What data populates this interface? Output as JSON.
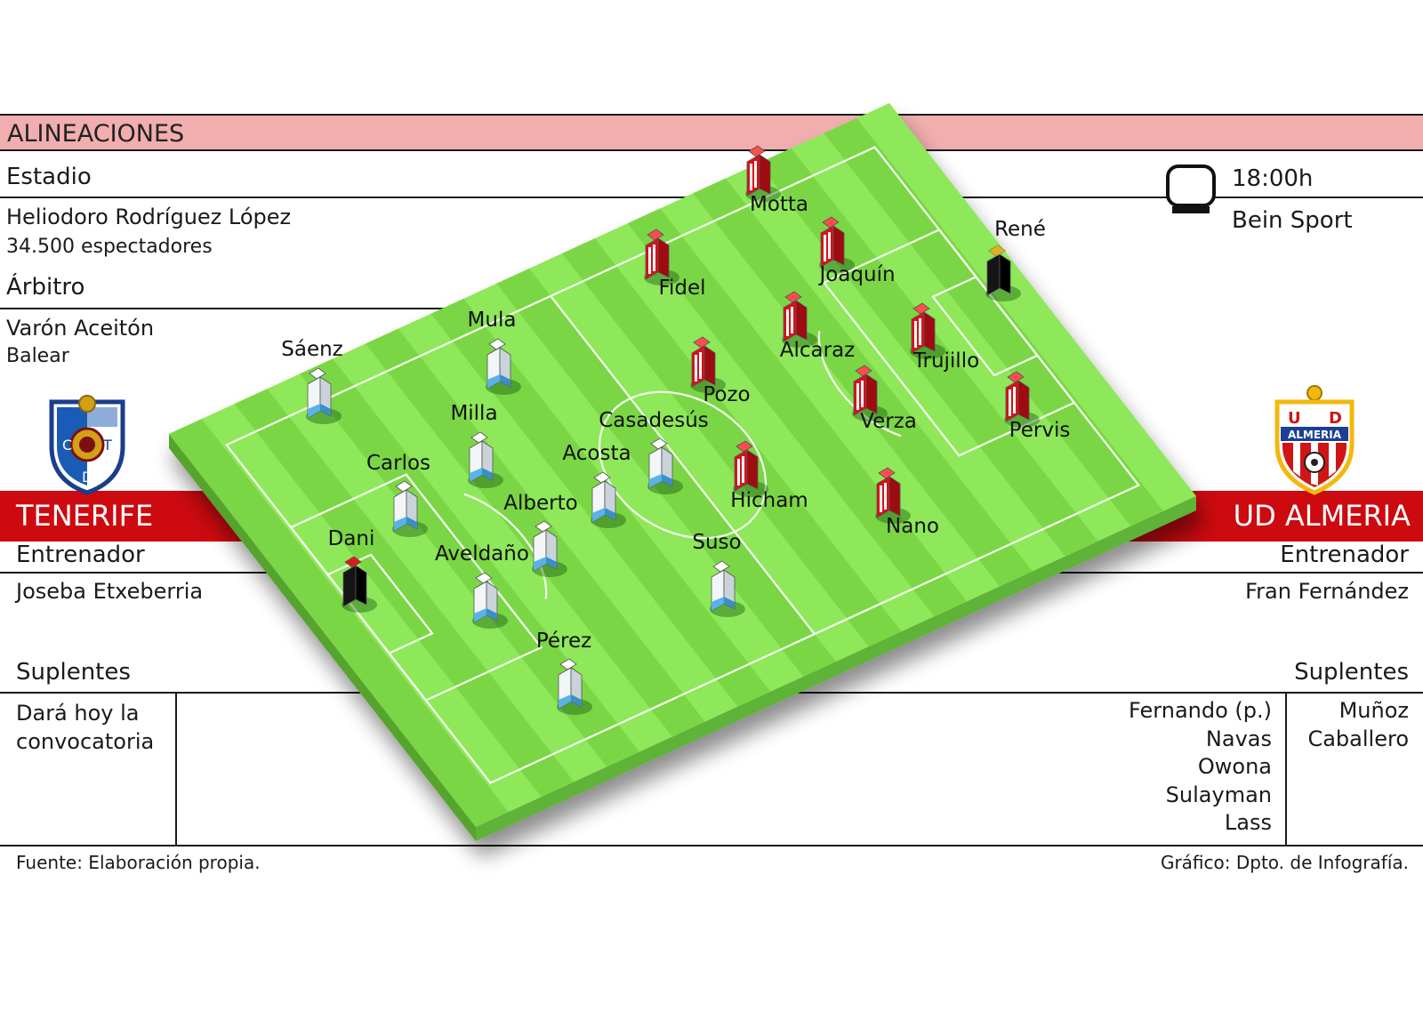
{
  "header": {
    "title": "ALINEACIONES"
  },
  "match": {
    "stadium_label": "Estadio",
    "stadium_name": "Heliodoro Rodríguez López",
    "capacity": "34.500 espectadores",
    "referee_label": "Árbitro",
    "referee_name": "Varón Aceitón",
    "referee_region": "Balear",
    "time": "18:00h",
    "broadcaster": "Bein Sport",
    "tv_icon": "tv-icon"
  },
  "home": {
    "name": "TENERIFE",
    "crest_letters": [
      "C",
      "T",
      "D"
    ],
    "coach_label": "Entrenador",
    "coach": "Joseba Etxeberria",
    "subs_label": "Suplentes",
    "subs_note": [
      "Dará hoy la",
      "convocatoria"
    ],
    "players": [
      {
        "name": "Dani",
        "role": "gk"
      },
      {
        "name": "Sáenz",
        "role": "field"
      },
      {
        "name": "Mula",
        "role": "field"
      },
      {
        "name": "Milla",
        "role": "field"
      },
      {
        "name": "Carlos",
        "role": "field"
      },
      {
        "name": "Acosta",
        "role": "field"
      },
      {
        "name": "Casadesús",
        "role": "field"
      },
      {
        "name": "Alberto",
        "role": "field"
      },
      {
        "name": "Aveldaño",
        "role": "field"
      },
      {
        "name": "Suso",
        "role": "field"
      },
      {
        "name": "Pérez",
        "role": "field"
      }
    ]
  },
  "away": {
    "name": "UD ALMERIA",
    "crest_text": "ALMERIA",
    "crest_letters": [
      "U",
      "D"
    ],
    "coach_label": "Entrenador",
    "coach": "Fran Fernández",
    "subs_label": "Suplentes",
    "subs_col1": [
      "Fernando (p.)",
      "Navas",
      "Owona",
      "Sulayman",
      "Lass"
    ],
    "subs_col2": [
      "Muñoz",
      "Caballero"
    ],
    "players": [
      {
        "name": "René",
        "role": "gk"
      },
      {
        "name": "Motta",
        "role": "field"
      },
      {
        "name": "Joaquín",
        "role": "field"
      },
      {
        "name": "Fidel",
        "role": "field"
      },
      {
        "name": "Alcaraz",
        "role": "field"
      },
      {
        "name": "Trujillo",
        "role": "field"
      },
      {
        "name": "Pozo",
        "role": "field"
      },
      {
        "name": "Verza",
        "role": "field"
      },
      {
        "name": "Pervis",
        "role": "field"
      },
      {
        "name": "Hicham",
        "role": "field"
      },
      {
        "name": "Nano",
        "role": "field"
      }
    ]
  },
  "footer": {
    "source": "Fuente: Elaboración propia.",
    "credit": "Gráfico: Dpto. de Infografía."
  },
  "colors": {
    "header_band": "#f1aeae",
    "team_band": "#cc0a10",
    "pitch_light": "#8ee85a",
    "pitch_dark": "#7bd646",
    "home_kit": "#e8eef2",
    "away_kit": "#d8111a"
  }
}
